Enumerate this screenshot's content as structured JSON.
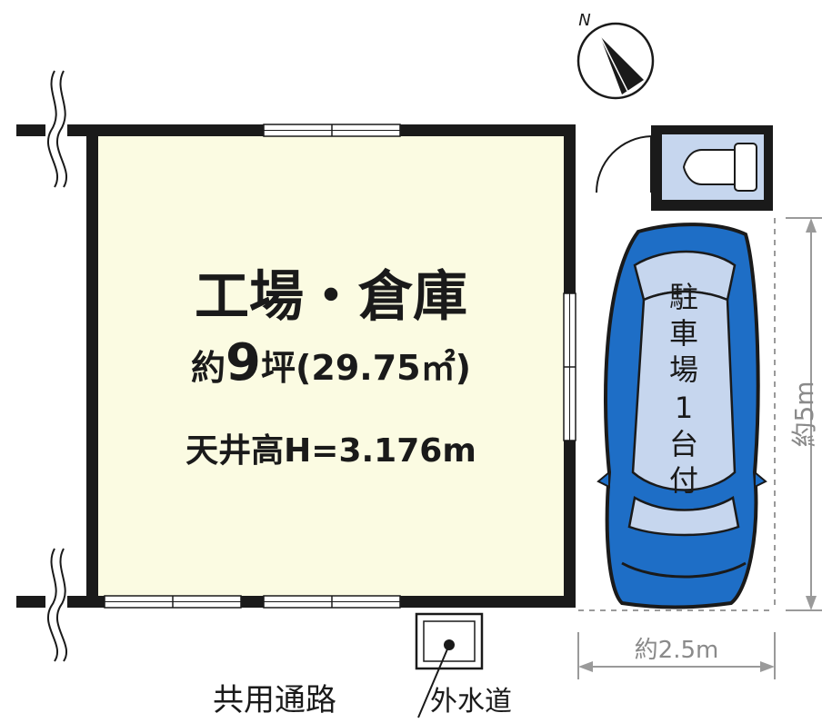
{
  "room": {
    "name": "工場・倉庫",
    "area_prefix": "約",
    "area_num": "9",
    "area_suffix": "坪(29.75㎡)",
    "ceiling": "天井高H=3.176m",
    "fill_color": "#fbfbe2"
  },
  "parking": {
    "label_chars": [
      "駐",
      "車",
      "場",
      "1",
      "台",
      "付"
    ],
    "car_color": "#1e6ec6",
    "glass_color": "#c6d6ee",
    "width_label": "約2.5m",
    "depth_label": "約5m"
  },
  "compass": {
    "north": "N"
  },
  "passage": {
    "label": "共用通路"
  },
  "water": {
    "label": "外水道"
  }
}
